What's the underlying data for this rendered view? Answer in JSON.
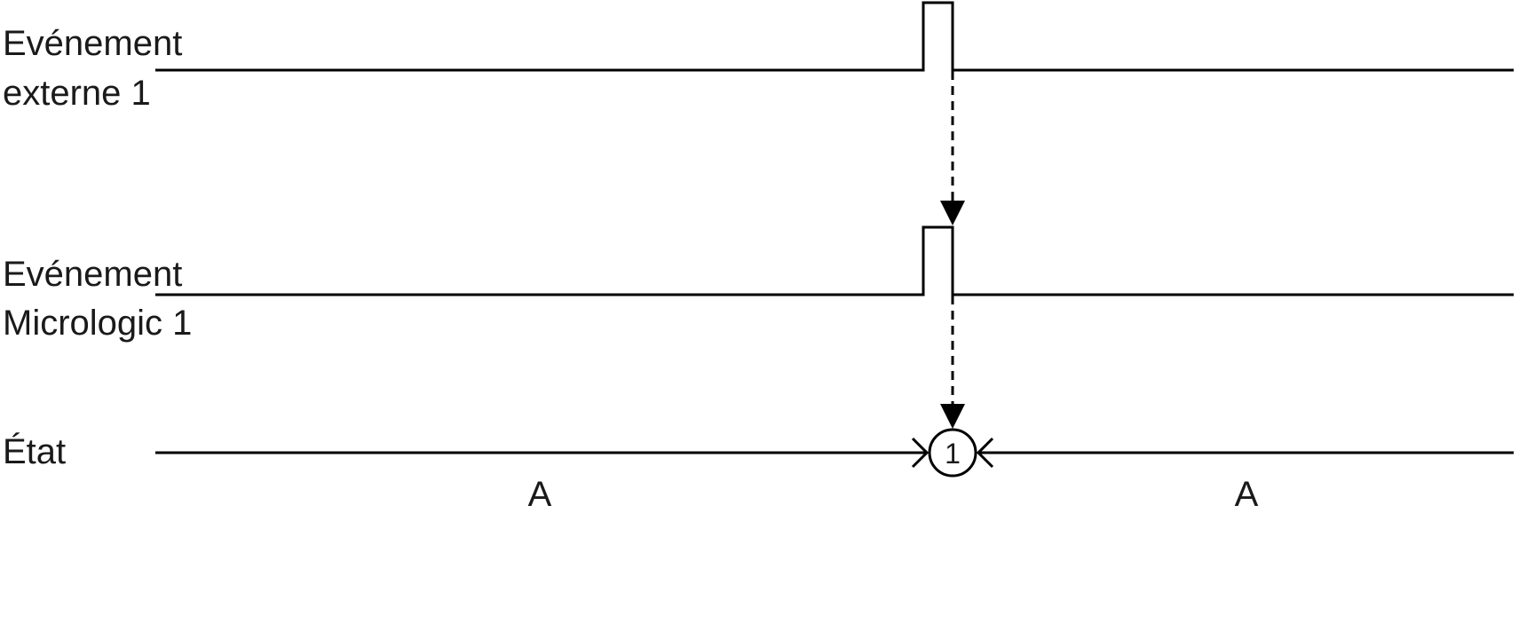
{
  "rows": {
    "external": {
      "line1": "Evénement",
      "line2": "externe 1"
    },
    "micrologic": {
      "line1": "Evénement",
      "line2": "Micrologic 1"
    },
    "state": {
      "label": "État"
    }
  },
  "marker": {
    "number": "1"
  },
  "zones": {
    "before": "A",
    "after": "A"
  },
  "colors": {
    "ink": "#000000",
    "background": "#ffffff"
  }
}
